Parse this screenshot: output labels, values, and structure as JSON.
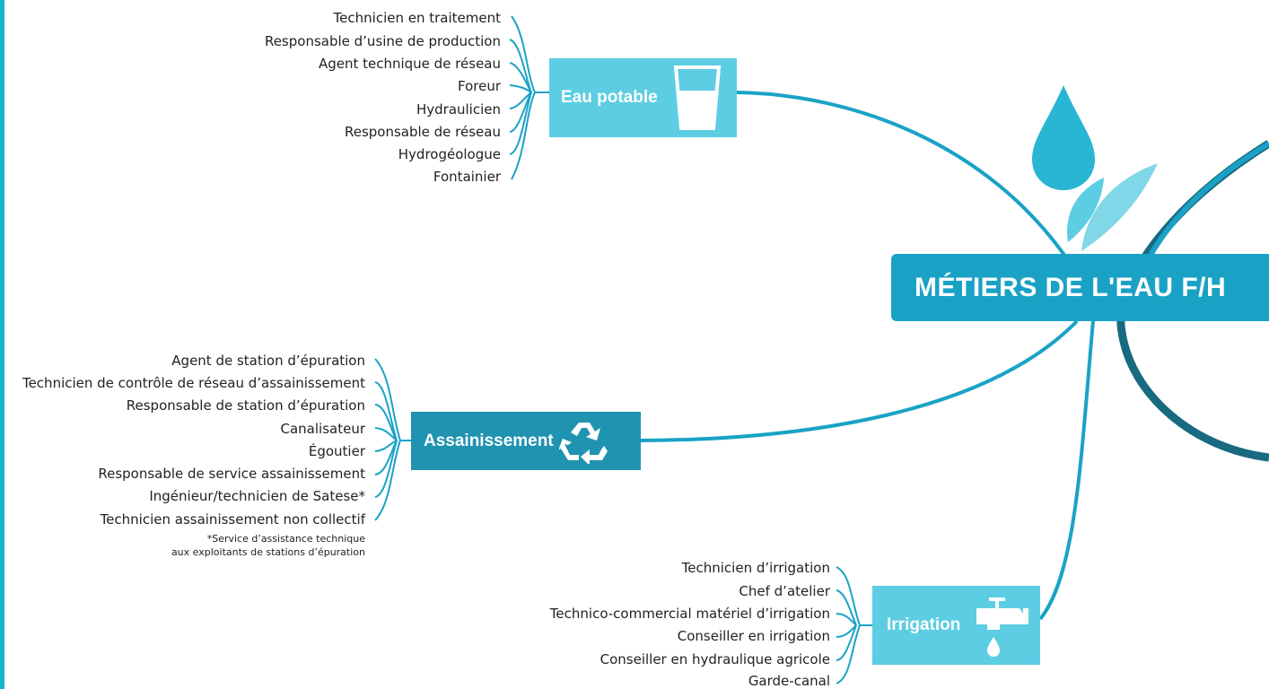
{
  "central_title": "MÉTIERS DE L'EAU F/H",
  "branches": {
    "eau_potable": {
      "label": "Eau potable",
      "jobs": [
        "Technicien en traitement",
        "Responsable d’usine de production",
        "Agent technique de réseau",
        "Foreur",
        "Hydraulicien",
        "Responsable de réseau",
        "Hydrogéologue",
        "Fontainier"
      ]
    },
    "assainissement": {
      "label": "Assainissement",
      "jobs": [
        "Agent de station d’épuration",
        "Technicien de contrôle de réseau d’assainissement",
        "Responsable de station d’épuration",
        "Canalisateur",
        "Égoutier",
        "Responsable de service assainissement",
        "Ingénieur/technicien de Satese*",
        "Technicien assainissement non collectif"
      ],
      "footnote": [
        "*Service d’assistance technique",
        "aux exploitants de stations d’épuration"
      ]
    },
    "irrigation": {
      "label": "Irrigation",
      "jobs": [
        "Technicien d’irrigation",
        "Chef d’atelier",
        "Technico-commercial matériel d’irrigation",
        "Conseiller en irrigation",
        "Conseiller en hydraulique agricole",
        "Garde-canal"
      ]
    }
  },
  "icons": {
    "eau_potable": "water-glass-icon",
    "assainissement": "recycle-icon",
    "irrigation": "water-tap-icon",
    "central": "water-drop-leaves-icon"
  },
  "colors": {
    "light_blue": "#5ccde3",
    "medium_blue": "#1aa2c6",
    "dark_blue": "#1f93b0",
    "teal_dark": "#176a80",
    "left_bar": "#14b4d0"
  }
}
